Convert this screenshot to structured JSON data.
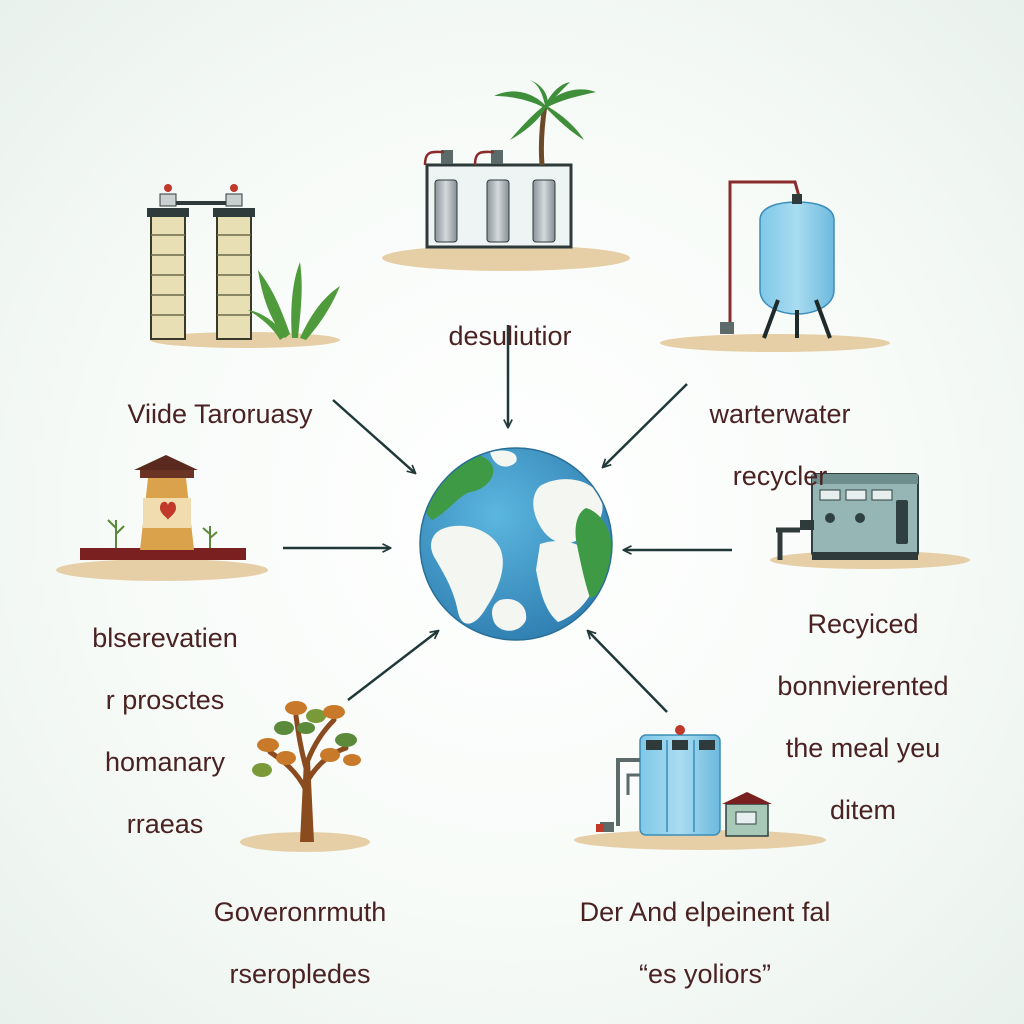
{
  "colors": {
    "text": "#4a2222",
    "arrow": "#1f3838",
    "sand": "#e6cfa6",
    "ocean": "#3f98c8",
    "land_green": "#3f9a45",
    "land_white": "#f4f6f2"
  },
  "nodes": [
    {
      "id": "top-left",
      "icon": "filtration-towers-icon",
      "lines": [
        "Viide Taroruasy"
      ]
    },
    {
      "id": "top",
      "icon": "desalination-plant-icon",
      "lines": [
        "desuliutior"
      ]
    },
    {
      "id": "top-right",
      "icon": "water-tank-icon",
      "lines": [
        "warterwater",
        "recycler"
      ]
    },
    {
      "id": "left",
      "icon": "conservation-tower-icon",
      "lines": [
        "blserevatien",
        "r prosctes",
        "homanary",
        "rraeas"
      ]
    },
    {
      "id": "right",
      "icon": "recycling-machine-icon",
      "lines": [
        "Recyiced",
        "bonnvierented",
        "the meal yeu",
        "ditem"
      ]
    },
    {
      "id": "bottom-left",
      "icon": "tree-icon",
      "lines": [
        "Goveronrmuth",
        "rseropledes"
      ]
    },
    {
      "id": "bottom-right",
      "icon": "treatment-facility-icon",
      "lines": [
        "Der And elpeinent fal",
        "“es yoliors”"
      ]
    }
  ],
  "center": {
    "icon": "globe-icon"
  }
}
